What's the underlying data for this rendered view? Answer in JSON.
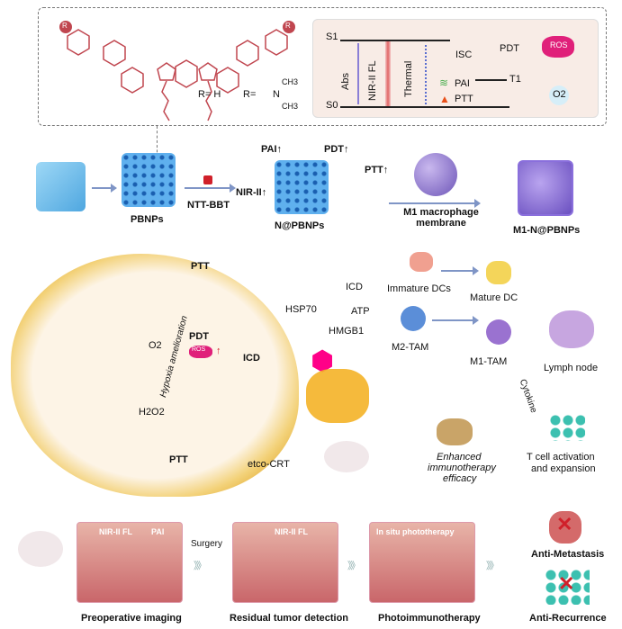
{
  "molecule": {
    "r_substituent": "R",
    "r_options": [
      "R= H",
      "R="
    ],
    "dimethylamino": [
      "N",
      "CH3",
      "CH3"
    ]
  },
  "energy_diagram": {
    "s1": "S1",
    "s0": "S0",
    "t1": "T1",
    "abs": "Abs",
    "fl": "NIR-II FL",
    "thermal": "Thermal",
    "isc": "ISC",
    "pdt": "PDT",
    "ros": "ROS",
    "o2": "O2",
    "pai": "PAI",
    "ptt": "PTT"
  },
  "synthesis": {
    "reagent": "NTT-BBT",
    "pbnps": "PBNPs",
    "n_pbnps": "N@PBNPs",
    "membrane": "M1 macrophage membrane",
    "final": "M1-N@PBNPs",
    "pai_up": "PAI↑",
    "pdt_up": "PDT↑",
    "nir_up": "NIR-II↑",
    "ptt_up": "PTT↑"
  },
  "mechanism": {
    "ptt_top": "PTT",
    "o2": "O2",
    "pdt": "PDT",
    "ros": "ROS",
    "hypoxia": "Hypoxia amelioration",
    "h2o2": "H2O2",
    "ptt_bottom": "PTT",
    "icd": "ICD",
    "etco_crt": "etco-CRT",
    "hsp70": "HSP70",
    "atp": "ATP",
    "hmgb1": "HMGB1",
    "icd2": "ICD",
    "immature_dcs": "Immature DCs",
    "mature_dc": "Mature DC",
    "m2_tam": "M2-TAM",
    "m1_tam": "M1-TAM",
    "lymph_node": "Lymph node",
    "cytokine": "Cytokine",
    "t_cell": "T cell activation",
    "t_cell2": "and expansion",
    "enhanced": "Enhanced",
    "enhanced2": "immunotherapy",
    "enhanced3": "efficacy"
  },
  "workflow": {
    "nir_fl": "NIR-II FL",
    "pai": "PAI",
    "surgery": "Surgery",
    "nir_fl2": "NIR-II FL",
    "in_situ": "In situ phototherapy",
    "preop": "Preoperative imaging",
    "residual": "Residual tumor detection",
    "photoimmuno": "Photoimmunotherapy",
    "anti_metastasis": "Anti-Metastasis",
    "anti_recurrence": "Anti-Recurrence"
  },
  "colors": {
    "molecule": "#c0464f",
    "arrow": "#7f95c6",
    "cube": "#4a8fd6",
    "ros": "#e0207a"
  }
}
